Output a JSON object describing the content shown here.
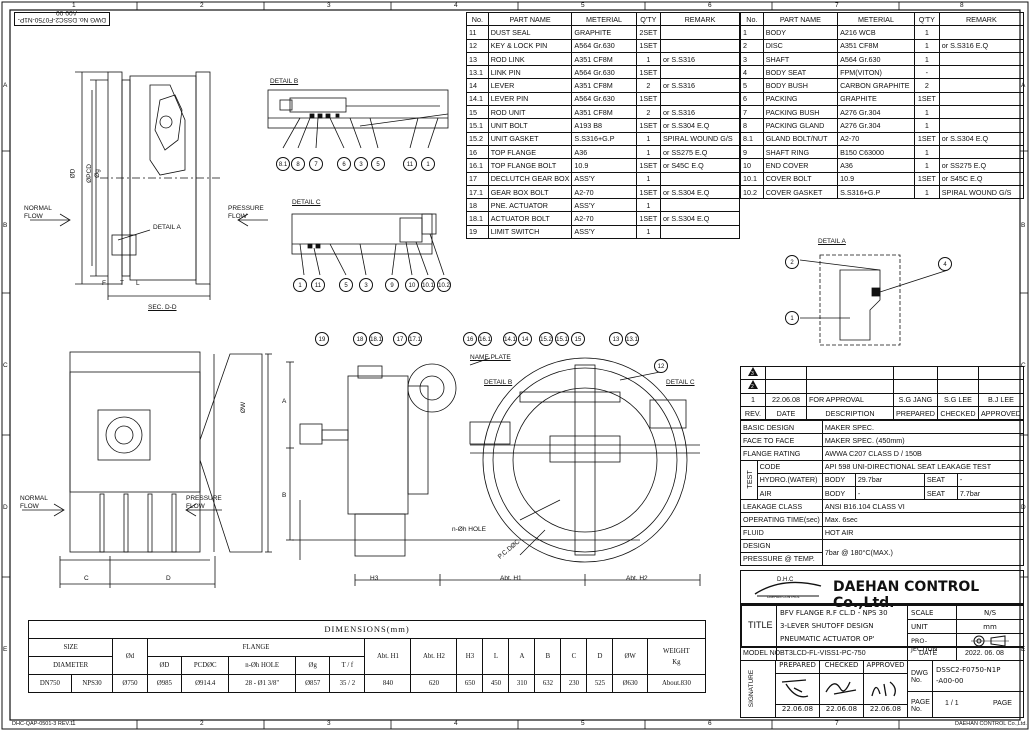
{
  "drawing_number_box": {
    "label": "DWG No.",
    "value": "DSSC2-F0750-N1P-A00-00"
  },
  "grid_columns": [
    "1",
    "2",
    "3",
    "4",
    "5",
    "6",
    "7",
    "8"
  ],
  "grid_rows": [
    "A",
    "B",
    "C",
    "D",
    "E"
  ],
  "parts_list_left": {
    "headers": [
      "No.",
      "PART NAME",
      "METERIAL",
      "Q'TY",
      "REMARK"
    ],
    "rows": [
      [
        "11",
        "DUST SEAL",
        "GRAPHITE",
        "2SET",
        ""
      ],
      [
        "12",
        "KEY & LOCK PIN",
        "A564 Gr.630",
        "1SET",
        ""
      ],
      [
        "13",
        "ROD LINK",
        "A351 CF8M",
        "1",
        "or S.S316"
      ],
      [
        "13.1",
        "LINK PIN",
        "A564 Gr.630",
        "1SET",
        ""
      ],
      [
        "14",
        "LEVER",
        "A351 CF8M",
        "2",
        "or S.S316"
      ],
      [
        "14.1",
        "LEVER PIN",
        "A564 Gr.630",
        "1SET",
        ""
      ],
      [
        "15",
        "ROD UNIT",
        "A351 CF8M",
        "2",
        "or S.S316"
      ],
      [
        "15.1",
        "UNIT BOLT",
        "A193 B8",
        "1SET",
        "or S.S304 E.Q"
      ],
      [
        "15.2",
        "UNIT GASKET",
        "S.S316+G.P",
        "1",
        "SPIRAL WOUND G/S"
      ],
      [
        "16",
        "TOP FLANGE",
        "A36",
        "1",
        "or SS275 E.Q"
      ],
      [
        "16.1",
        "TOP FLANGE BOLT",
        "10.9",
        "1SET",
        "or S45C E.Q"
      ],
      [
        "17",
        "DECLUTCH GEAR BOX",
        "ASS'Y",
        "1",
        ""
      ],
      [
        "17.1",
        "GEAR BOX BOLT",
        "A2-70",
        "1SET",
        "or S.S304 E.Q"
      ],
      [
        "18",
        "PNE. ACTUATOR",
        "ASS'Y",
        "1",
        ""
      ],
      [
        "18.1",
        "ACTUATOR BOLT",
        "A2-70",
        "1SET",
        "or S.S304 E.Q"
      ],
      [
        "19",
        "LIMIT SWITCH",
        "ASS'Y",
        "1",
        ""
      ]
    ]
  },
  "parts_list_right": {
    "headers": [
      "No.",
      "PART NAME",
      "METERIAL",
      "Q'TY",
      "REMARK"
    ],
    "rows": [
      [
        "1",
        "BODY",
        "A216 WCB",
        "1",
        ""
      ],
      [
        "2",
        "DISC",
        "A351 CF8M",
        "1",
        "or S.S316 E.Q"
      ],
      [
        "3",
        "SHAFT",
        "A564 Gr.630",
        "1",
        ""
      ],
      [
        "4",
        "BODY SEAT",
        "FPM(VITON)",
        "-",
        ""
      ],
      [
        "5",
        "BODY BUSH",
        "CARBON GRAPHITE",
        "2",
        ""
      ],
      [
        "6",
        "PACKING",
        "GRAPHITE",
        "1SET",
        ""
      ],
      [
        "7",
        "PACKING BUSH",
        "A276 Gr.304",
        "1",
        ""
      ],
      [
        "8",
        "PACKING GLAND",
        "A276 Gr.304",
        "1",
        ""
      ],
      [
        "8.1",
        "GLAND BOLT/NUT",
        "A2-70",
        "1SET",
        "or S.S304 E.Q"
      ],
      [
        "9",
        "SHAFT RING",
        "B150 C63000",
        "1",
        ""
      ],
      [
        "10",
        "END COVER",
        "A36",
        "1",
        "or SS275 E.Q"
      ],
      [
        "10.1",
        "COVER BOLT",
        "10.9",
        "1SET",
        "or S45C E.Q"
      ],
      [
        "10.2",
        "COVER GASKET",
        "S.S316+G.P",
        "1",
        "SPIRAL WOUND G/S"
      ]
    ]
  },
  "views": {
    "detail_b": "DETAIL B",
    "detail_c": "DETAIL C",
    "detail_a": "DETAIL A",
    "detail_a_callout": "DETAIL A",
    "sec_dd": "SEC. D-D",
    "normal_flow": [
      "NORMAL",
      "FLOW"
    ],
    "pressure_flow": [
      "PRESSURE",
      "FLOW"
    ],
    "name_plate": "NAME PLATE",
    "hole_note": "n-Øh HOLE",
    "pcd_note": "P.C.DØC",
    "dim_letters": {
      "F": "F",
      "T": "T",
      "L": "L",
      "C": "C",
      "D": "D",
      "H3": "H3",
      "H1": "Abt. H1",
      "H2": "Abt. H2",
      "A": "A",
      "B": "B",
      "W": "ØW",
      "Dg": "Øg",
      "PCD": "ØPCD",
      "DD": "ØD"
    }
  },
  "balloons": {
    "detail_b": [
      "8.1",
      "8",
      "7",
      "6",
      "3",
      "5",
      "11",
      "1"
    ],
    "detail_c": [
      "1",
      "11",
      "5",
      "3",
      "9",
      "10",
      "10.1",
      "10.2"
    ],
    "detail_a": [
      "2",
      "4",
      "1"
    ],
    "main": [
      "19",
      "18",
      "18.1",
      "17",
      "17.1",
      "16",
      "16.1",
      "14.1",
      "14",
      "15.2",
      "15.1",
      "15",
      "13",
      "13.1",
      "12"
    ]
  },
  "revision": {
    "rows": [
      [
        "3",
        "",
        "",
        "",
        "",
        ""
      ],
      [
        "2",
        "",
        "",
        "",
        "",
        ""
      ],
      [
        "1",
        "22.06.08",
        "FOR APPROVAL",
        "S.G JANG",
        "S.G LEE",
        "B.J LEE"
      ]
    ],
    "headers": [
      "REV.",
      "DATE",
      "DESCRIPTION",
      "PREPARED",
      "CHECKED",
      "APPROVED"
    ]
  },
  "spec": {
    "basic_design": [
      "BASIC DESIGN",
      "MAKER SPEC."
    ],
    "face_to_face": [
      "FACE TO FACE",
      "MAKER SPEC. (450mm)"
    ],
    "flange_rating": [
      "FLANGE RATING",
      "AWWA C207 CLASS D / 150B"
    ],
    "test_label": "TEST",
    "code": [
      "CODE",
      "API 598 UNI-DIRECTIONAL SEAT LEAKAGE TEST"
    ],
    "hydro": [
      "HYDRO.(WATER)",
      "BODY",
      "29.7bar",
      "SEAT",
      "-"
    ],
    "air": [
      "AIR",
      "BODY",
      "-",
      "SEAT",
      "7.7bar"
    ],
    "leakage": [
      "LEAKAGE CLASS",
      "ANSI B16.104 CLASS VI"
    ],
    "operating": [
      "OPERATING TIME(sec)",
      "Max. 6sec"
    ],
    "fluid": [
      "FLUID",
      "HOT AIR"
    ],
    "design": [
      "DESIGN",
      "7bar @ 180°C(MAX.)"
    ],
    "pressure_temp": "PRESSURE @ TEMP."
  },
  "company": {
    "logo_text": "D.H.C",
    "logo_sub": "DAEHAN CONTROL",
    "name": "DAEHAN CONTROL Co.,Ltd."
  },
  "title_block": {
    "title_label": "TITLE",
    "title_lines": [
      "BFV FLANGE R.F CL.D - NPS 30",
      "3-LEVER SHUTOFF DESIGN",
      "PNEUMATIC ACTUATOR OP'"
    ],
    "scale_label": "SCALE",
    "scale": "N/S",
    "unit_label": "UNIT",
    "unit": "mm",
    "projection_label": "PRO-JECTION",
    "model_label": "MODEL NO.",
    "model": "BT3LCD-FL-VISS1-PC-750",
    "date_label": "DATE",
    "date": "2022. 06. 08",
    "signature_label": "SIGNATURE",
    "sign_headers": [
      "PREPARED",
      "CHECKED",
      "APPROVED"
    ],
    "sign_dates": [
      "22.06.08",
      "22.06.08",
      "22.06.08"
    ],
    "dwg_label": "DWG No.",
    "dwg": [
      "DSSC2-F0750-N1P",
      "-A00-00"
    ],
    "page_label": "PAGE No.",
    "page": "1 / 1",
    "page_suffix": "PAGE"
  },
  "dimensions": {
    "title": "DIMENSIONS(mm)",
    "group_size": "SIZE",
    "group_flange": "FLANGE",
    "diameter_label": "DIAMETER",
    "headers": [
      "Ød",
      "ØD",
      "PCDØC",
      "n-Øh HOLE",
      "Øg",
      "T / f",
      "Abt. H1",
      "Abt. H2",
      "H3",
      "L",
      "A",
      "B",
      "C",
      "D",
      "ØW",
      "WEIGHT"
    ],
    "weight_unit": "Kg",
    "row": [
      "DN750",
      "NPS30",
      "Ø750",
      "Ø985",
      "Ø914.4",
      "28 - Ø1 3/8\"",
      "Ø857",
      "35 / 2",
      "840",
      "620",
      "650",
      "450",
      "310",
      "632",
      "230",
      "525",
      "Ø630",
      "About.830"
    ]
  },
  "footer": {
    "left": "DHC-QAP-0501-3 REV.1",
    "right": "DAEHAN CONTROL Co.,Ltd."
  }
}
